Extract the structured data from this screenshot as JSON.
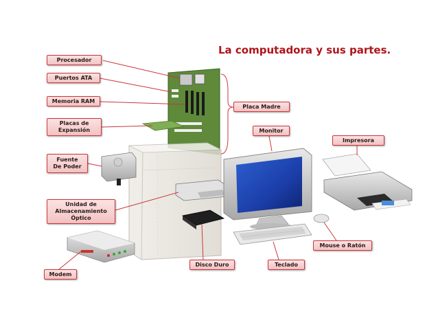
{
  "title": "La computadora y sus partes.",
  "labels": {
    "procesador": "Procesador",
    "puertos_ata": "Puertos ATA",
    "memoria_ram": "Memoria RAM",
    "placas_expansion": "Placas de\nExpansión",
    "fuente_poder": "Fuente\nDe Poder",
    "unidad_optica": "Unidad de\nAlmacenamiento\nÓptico",
    "modem": "Modem",
    "disco_duro": "Disco Duro",
    "teclado": "Teclado",
    "mouse": "Mouse o Ratón",
    "impresora": "Impresora",
    "monitor": "Monitor",
    "placa_madre": "Placa Madre"
  },
  "colors": {
    "title": "#b0141c",
    "label_border": "#c9363a",
    "connector": "#c9363a",
    "motherboard": "#5e8a3a"
  }
}
